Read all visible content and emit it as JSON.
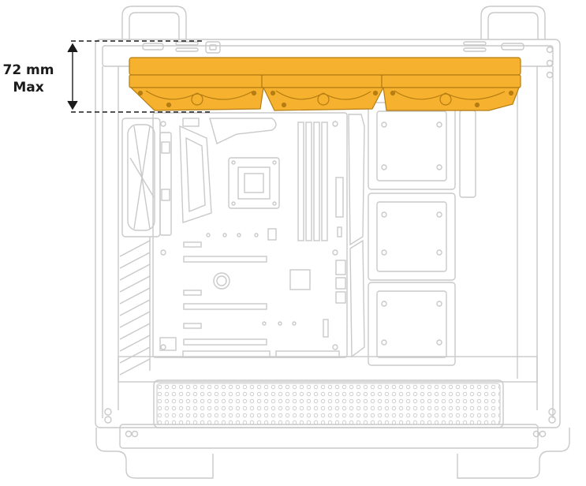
{
  "annotation": {
    "line1": "72 mm",
    "line2": "Max"
  },
  "colors": {
    "radiator": "#f6b12e",
    "radiator_dark": "#b57d12",
    "outline": "#c9c9c9",
    "outline_dark": "#9a9a9a",
    "dimension": "#1b1b1b"
  },
  "components": {
    "fan_count": 3,
    "ram_slots": 4,
    "pcie_slots": 3,
    "drive_trays": 3
  }
}
